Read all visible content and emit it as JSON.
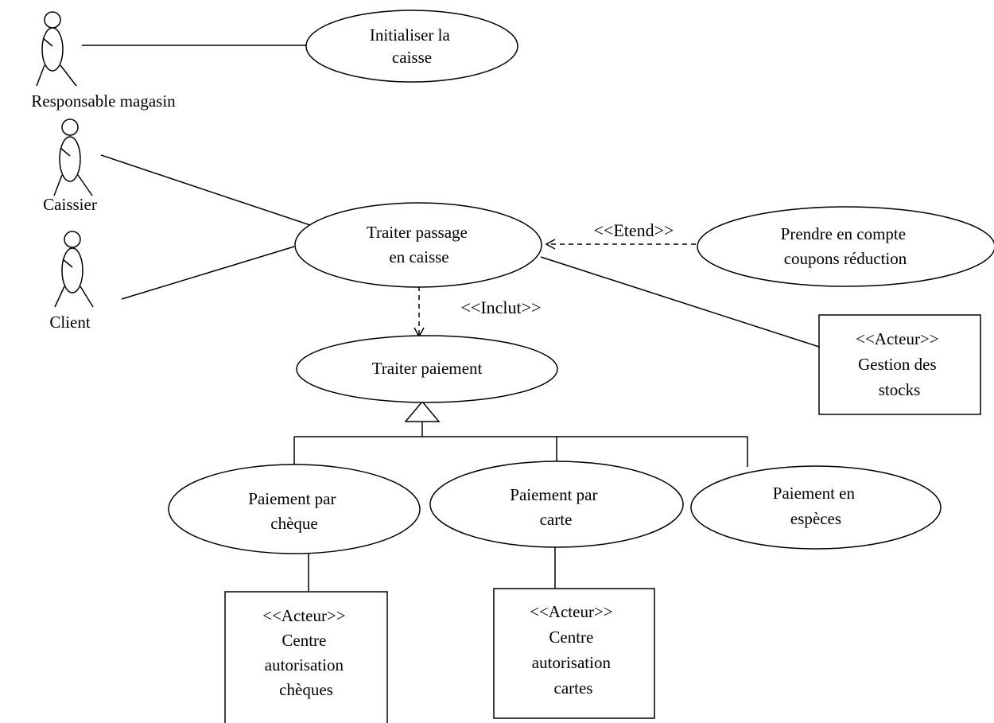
{
  "actors": {
    "responsable": "Responsable magasin",
    "caissier": "Caissier",
    "client": "Client"
  },
  "use_cases": {
    "initialiser": [
      "Initialiser la",
      "caisse"
    ],
    "traiter_passage": [
      "Traiter passage",
      "en caisse"
    ],
    "prendre_coupons": [
      "Prendre en compte",
      "coupons réduction"
    ],
    "traiter_paiement": [
      "Traiter paiement"
    ],
    "paiement_cheque": [
      "Paiement par",
      "chèque"
    ],
    "paiement_carte": [
      "Paiement par",
      "carte"
    ],
    "paiement_especes": [
      "Paiement en",
      "espèces"
    ]
  },
  "systems": {
    "gestion_stocks": [
      "<<Acteur>>",
      "Gestion des",
      "stocks"
    ],
    "centre_cheques": [
      "<<Acteur>>",
      "Centre",
      "autorisation",
      "chèques"
    ],
    "centre_cartes": [
      "<<Acteur>>",
      "Centre",
      "autorisation",
      "cartes"
    ]
  },
  "relations": {
    "etend": "<<Etend>>",
    "inclut": "<<Inclut>>"
  }
}
